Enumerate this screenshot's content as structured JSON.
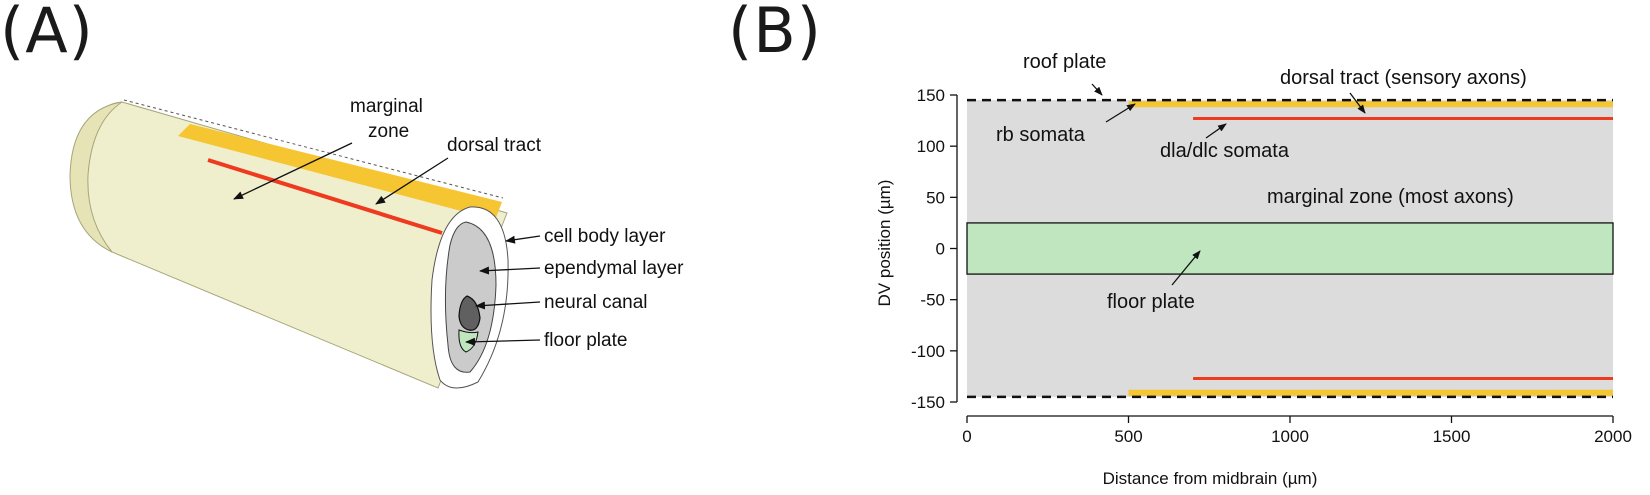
{
  "panel_a": {
    "letter": "(A)",
    "labels": {
      "marginal_zone": [
        "marginal",
        "zone"
      ],
      "dorsal_tract": "dorsal tract",
      "cell_body_layer": "cell body layer",
      "ependymal_layer": "ependymal layer",
      "neural_canal": "neural canal",
      "floor_plate": "floor plate"
    }
  },
  "panel_b": {
    "letter": "(B)",
    "annotations": {
      "roof_plate": "roof plate",
      "dorsal_tract": "dorsal tract (sensory axons)",
      "rb_somata": "rb somata",
      "dla_dlc_somata": "dla/dlc somata",
      "marginal_zone": "marginal zone (most axons)",
      "floor_plate": "floor plate"
    }
  },
  "colors": {
    "cylinder": "#f0efcd",
    "cylinder_edge": "#f5f3d8",
    "dorsal_tract": "#f6c532",
    "somata_line": "#ee3a1e",
    "marginal_zone_fill": "#dcdcdc",
    "floor_plate_fill": "#bfe6bf",
    "ependymal": "#cbcbcb",
    "neural_canal": "#606060"
  },
  "chart_data": {
    "type": "area",
    "xlabel": "Distance from midbrain (µm)",
    "ylabel": "DV position (µm)",
    "xlim": [
      0,
      2000
    ],
    "ylim": [
      -150,
      150
    ],
    "xticks": [
      0,
      500,
      1000,
      1500,
      2000
    ],
    "yticks": [
      150,
      100,
      50,
      0,
      -50,
      -100,
      -150
    ],
    "regions": [
      {
        "label": "marginal zone (most axons)",
        "x": [
          0,
          2000
        ],
        "y": [
          -145,
          145
        ]
      },
      {
        "label": "floor plate",
        "x": [
          0,
          2000
        ],
        "y": [
          -25,
          25
        ]
      }
    ],
    "lines": [
      {
        "label": "roof plate",
        "style": "dashed",
        "x": [
          0,
          2000
        ],
        "y": 145
      },
      {
        "style": "dashed",
        "x": [
          0,
          2000
        ],
        "y": -145
      },
      {
        "label": "dorsal tract (sensory axons)",
        "x": [
          500,
          2000
        ],
        "y": 141
      },
      {
        "x": [
          500,
          2000
        ],
        "y": -141
      },
      {
        "label": "dla/dlc somata",
        "x": [
          700,
          2000
        ],
        "y": 127
      },
      {
        "x": [
          700,
          2000
        ],
        "y": -127
      }
    ]
  }
}
